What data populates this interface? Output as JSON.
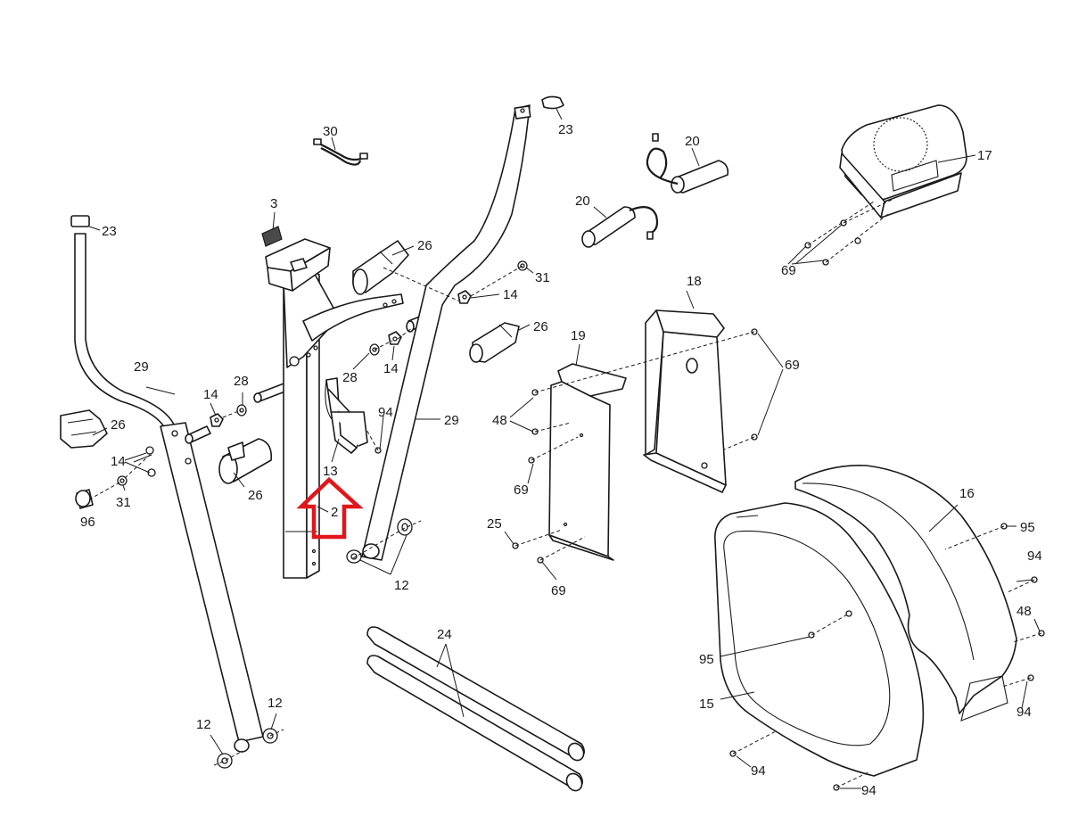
{
  "callouts": [
    {
      "id": "c23a",
      "label": "23"
    },
    {
      "id": "c23b",
      "label": "23"
    },
    {
      "id": "c30",
      "label": "30"
    },
    {
      "id": "c20a",
      "label": "20"
    },
    {
      "id": "c20b",
      "label": "20"
    },
    {
      "id": "c17",
      "label": "17"
    },
    {
      "id": "c3",
      "label": "3"
    },
    {
      "id": "c26a",
      "label": "26"
    },
    {
      "id": "c26b",
      "label": "26"
    },
    {
      "id": "c26c",
      "label": "26"
    },
    {
      "id": "c26d",
      "label": "26"
    },
    {
      "id": "c31a",
      "label": "31"
    },
    {
      "id": "c31b",
      "label": "31"
    },
    {
      "id": "c14a",
      "label": "14"
    },
    {
      "id": "c14b",
      "label": "14"
    },
    {
      "id": "c14c",
      "label": "14"
    },
    {
      "id": "c14d",
      "label": "14"
    },
    {
      "id": "c69a",
      "label": "69"
    },
    {
      "id": "c69b",
      "label": "69"
    },
    {
      "id": "c69c",
      "label": "69"
    },
    {
      "id": "c69d",
      "label": "69"
    },
    {
      "id": "c18",
      "label": "18"
    },
    {
      "id": "c19",
      "label": "19"
    },
    {
      "id": "c29a",
      "label": "29"
    },
    {
      "id": "c29b",
      "label": "29"
    },
    {
      "id": "c28a",
      "label": "28"
    },
    {
      "id": "c28b",
      "label": "28"
    },
    {
      "id": "c94a",
      "label": "94"
    },
    {
      "id": "c94b",
      "label": "94"
    },
    {
      "id": "c94c",
      "label": "94"
    },
    {
      "id": "c94d",
      "label": "94"
    },
    {
      "id": "c94e",
      "label": "94"
    },
    {
      "id": "c48a",
      "label": "48"
    },
    {
      "id": "c48b",
      "label": "48"
    },
    {
      "id": "c13",
      "label": "13"
    },
    {
      "id": "c2",
      "label": "2"
    },
    {
      "id": "c96",
      "label": "96"
    },
    {
      "id": "c12a",
      "label": "12"
    },
    {
      "id": "c12b",
      "label": "12"
    },
    {
      "id": "c12c",
      "label": "12"
    },
    {
      "id": "c25",
      "label": "25"
    },
    {
      "id": "c16",
      "label": "16"
    },
    {
      "id": "c95a",
      "label": "95"
    },
    {
      "id": "c95b",
      "label": "95"
    },
    {
      "id": "c24",
      "label": "24"
    },
    {
      "id": "c15",
      "label": "15"
    }
  ],
  "highlight": {
    "color": "#e0161b",
    "shape": "up-arrow",
    "target_label": "2"
  },
  "colors": {
    "line": "#1a1a1a",
    "background": "#ffffff"
  }
}
